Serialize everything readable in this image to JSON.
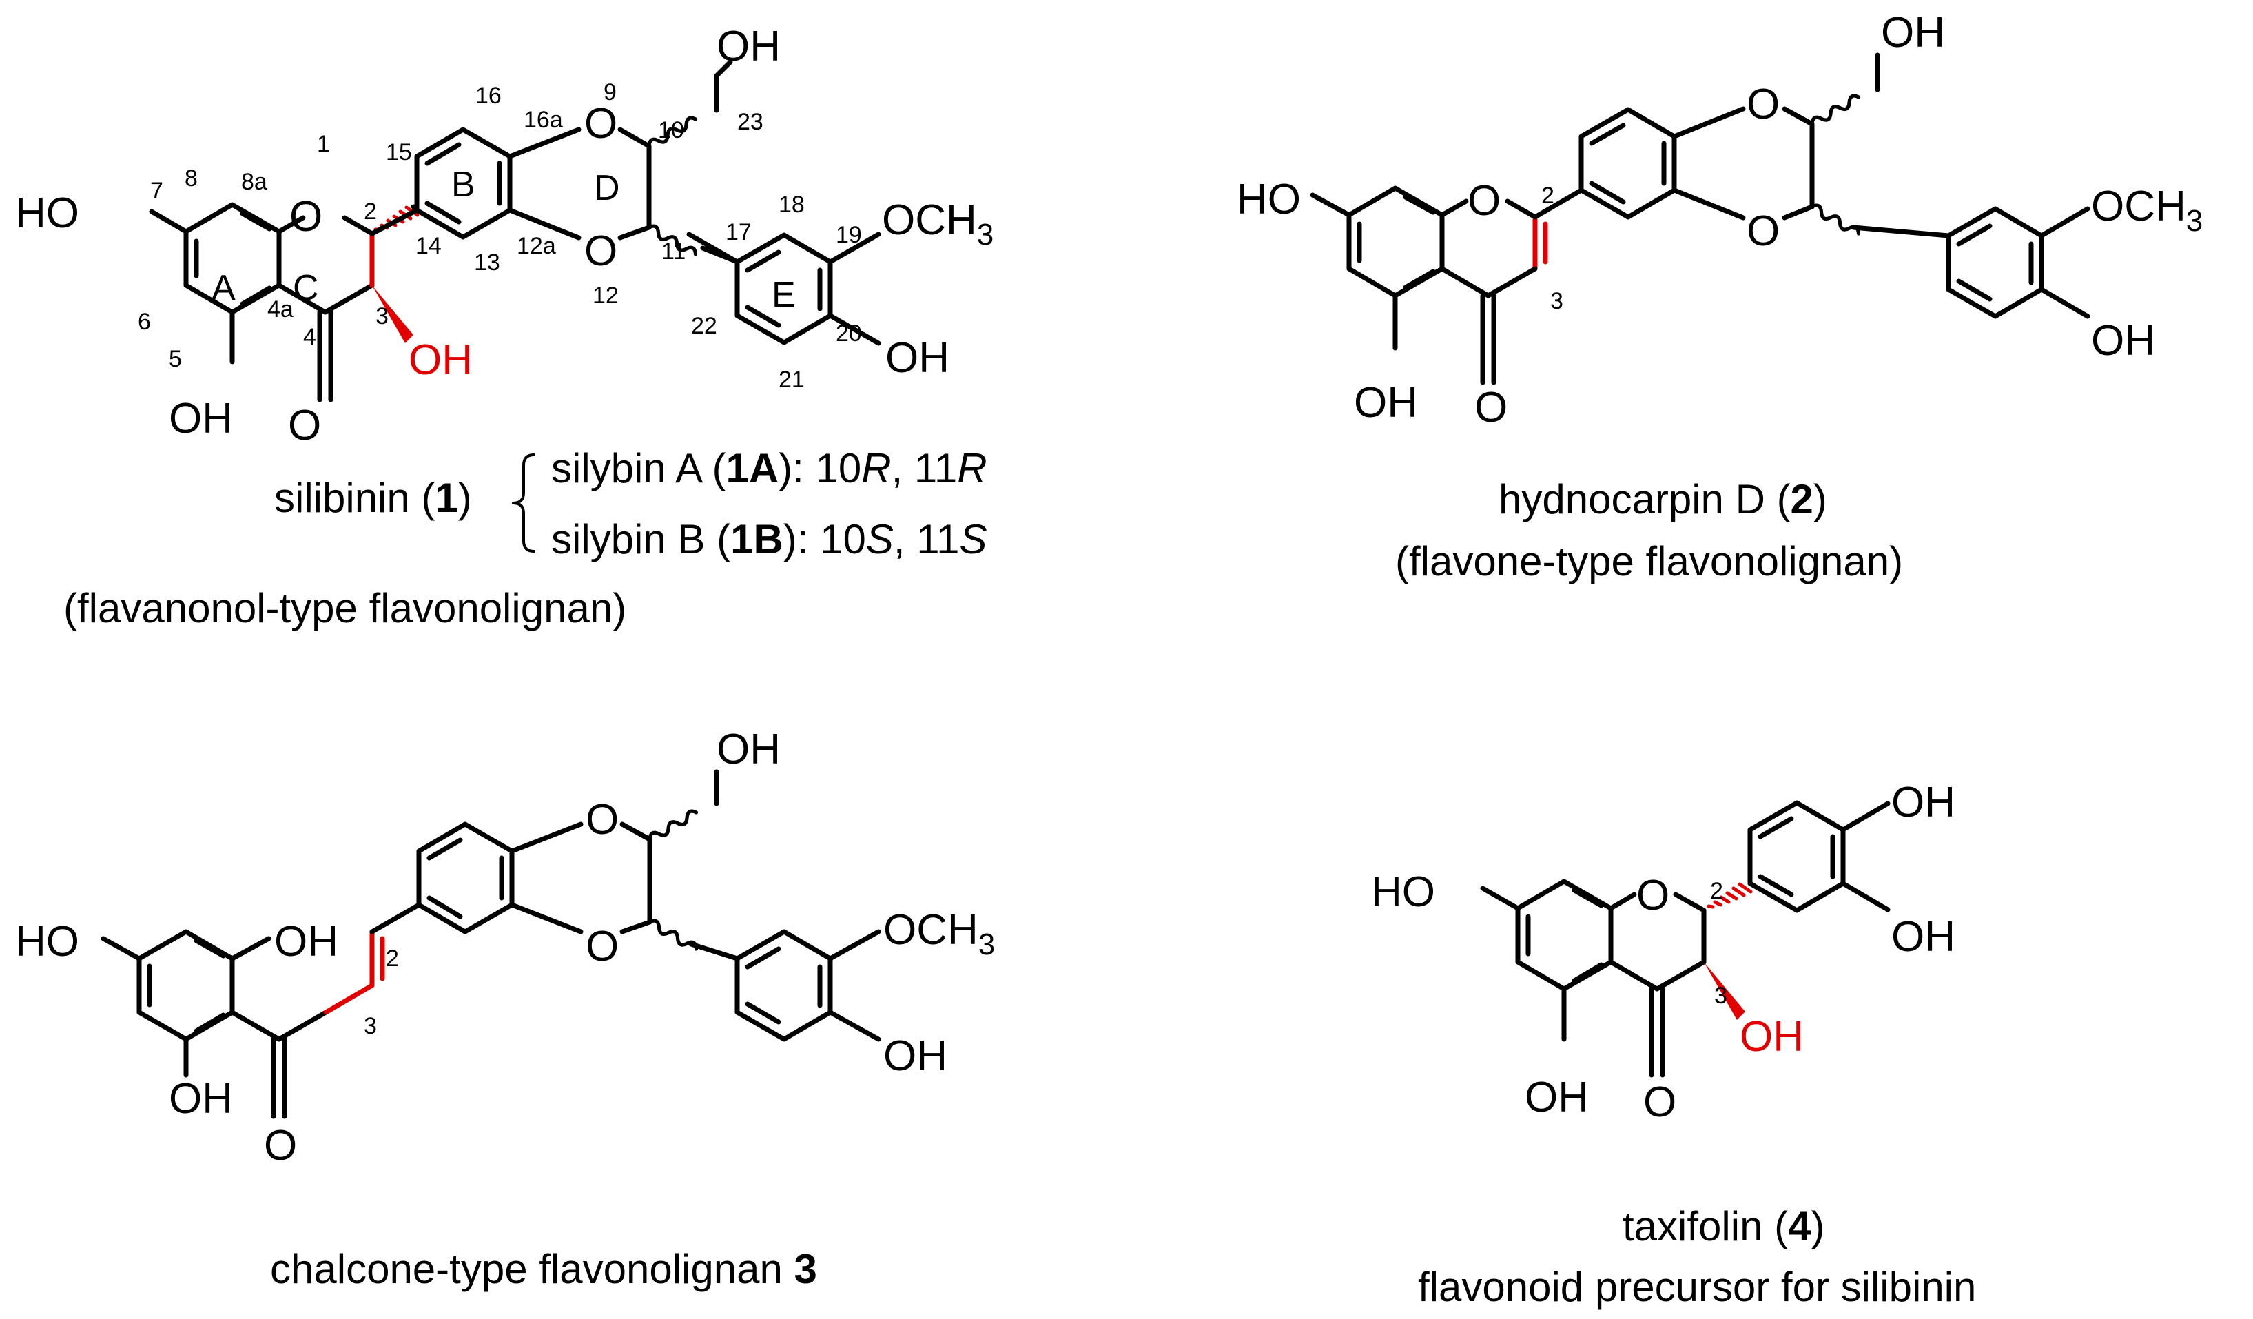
{
  "compound1": {
    "atoms": {
      "HO7": "HO",
      "O1": "O",
      "O9": "O",
      "O12": "O",
      "OH23": "OH",
      "OCH3_19": "OCH3",
      "OH20": "OH",
      "OH5": "OH",
      "O4": "O",
      "OH3": "OH"
    },
    "numbers": {
      "n1": "1",
      "n2": "2",
      "n3": "3",
      "n4": "4",
      "n4a": "4a",
      "n5": "5",
      "n6": "6",
      "n7": "7",
      "n8": "8",
      "n8a": "8a",
      "n9": "9",
      "n10": "10",
      "n11": "11",
      "n12": "12",
      "n12a": "12a",
      "n13": "13",
      "n14": "14",
      "n15": "15",
      "n16": "16",
      "n16a": "16a",
      "n17": "17",
      "n18": "18",
      "n19": "19",
      "n20": "20",
      "n21": "21",
      "n22": "22",
      "n23": "23"
    },
    "rings": {
      "A": "A",
      "B": "B",
      "C": "C",
      "D": "D",
      "E": "E"
    },
    "name_pre": "silibinin (",
    "name_bold": "1",
    "name_post": ")",
    "isomerA": {
      "pre": "silybin A (",
      "bold": "1A",
      "mid": "): 10",
      "i1": "R",
      "sep": ", 11",
      "i2": "R"
    },
    "isomerB": {
      "pre": "silybin B (",
      "bold": "1B",
      "mid": "): 10",
      "i1": "S",
      "sep": ", 11",
      "i2": "S"
    },
    "type": "(flavanonol-type flavonolignan)"
  },
  "compound2": {
    "atoms": {
      "HO7": "HO",
      "O1": "O",
      "Oa": "O",
      "Ob": "O",
      "OH23": "OH",
      "OCH3": "OCH3",
      "OH": "OH",
      "OH5": "OH",
      "O4": "O"
    },
    "numbers": {
      "n2": "2",
      "n3": "3"
    },
    "name_pre": "hydnocarpin D (",
    "name_bold": "2",
    "name_post": ")",
    "type": "(flavone-type flavonolignan)"
  },
  "compound3": {
    "atoms": {
      "HO4": "HO",
      "OH2a": "OH",
      "OH2b": "OH",
      "O": "O",
      "Oa": "O",
      "Ob": "O",
      "OH23": "OH",
      "OCH3": "OCH3",
      "OH": "OH"
    },
    "numbers": {
      "n2": "2",
      "n3": "3"
    },
    "name_pre": "chalcone-type flavonolignan ",
    "name_bold": "3"
  },
  "compound4": {
    "atoms": {
      "HO7": "HO",
      "O1": "O",
      "OH5": "OH",
      "O4": "O",
      "OH3": "OH",
      "OHa": "OH",
      "OHb": "OH"
    },
    "numbers": {
      "n2": "2",
      "n3": "3"
    },
    "name_pre": "taxifolin (",
    "name_bold": "4",
    "name_post": ")",
    "type": "flavonoid precursor for silibinin"
  }
}
